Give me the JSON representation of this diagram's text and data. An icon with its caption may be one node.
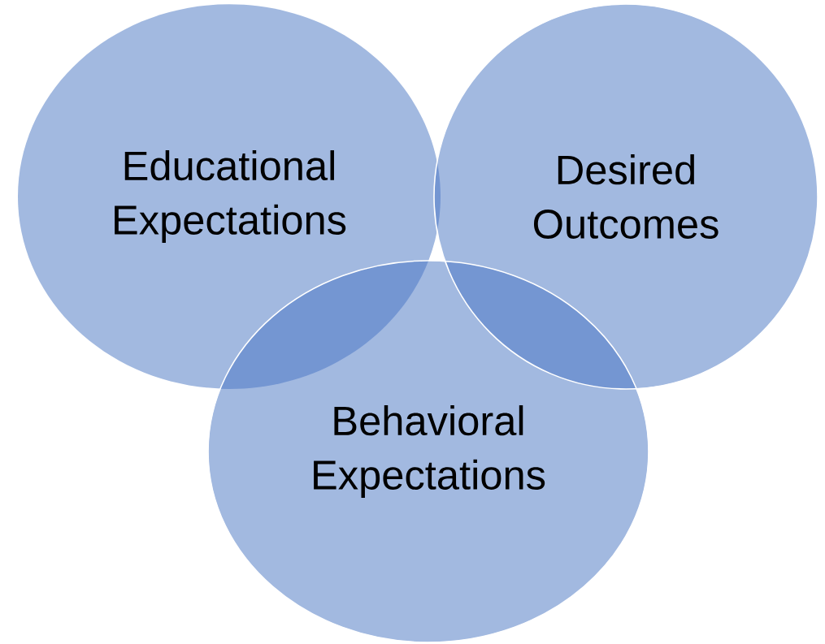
{
  "diagram": {
    "nodes": [
      {
        "text": [
          "Educational Expectations"
        ]
      },
      {
        "text": [
          "Desired Outcomes"
        ]
      },
      {
        "text": [
          "Behavioral Expectations"
        ]
      }
    ]
  }
}
